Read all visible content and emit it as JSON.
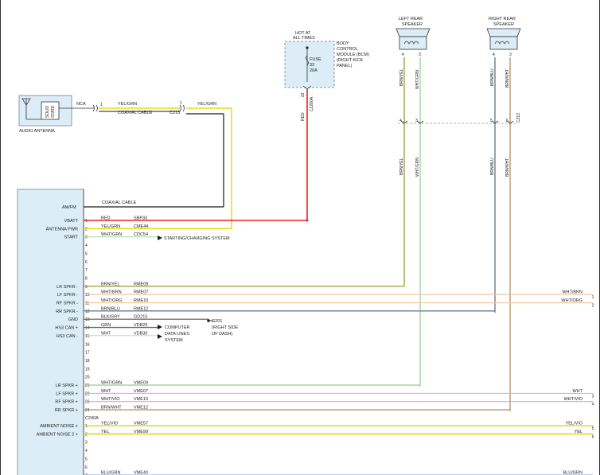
{
  "colors": {
    "red": "#e8231f",
    "yellow": "#e6dc1a",
    "black": "#1a1a1a",
    "green": "#3c8c32",
    "brn_yel": "#a9a040",
    "wht_grn": "#a8d4a0",
    "brn_blu": "#6e7c90",
    "brn_wht": "#b79a6a",
    "wht_brn": "#e8c8b0",
    "wht_org": "#f2c8a0",
    "wht_vio": "#d0a8e0",
    "blk_gry": "#555555",
    "box_fill": "#dcedf7",
    "box_stroke": "#8a9aaa"
  },
  "header": {
    "hot_at_1": "HOT AT",
    "hot_at_2": "ALL TIMES",
    "fuse_1": "FUSE",
    "fuse_2": "33",
    "fuse_3": "20A",
    "bcm_1": "BODY",
    "bcm_2": "CONTROL",
    "bcm_3": "MODULE (BCM)",
    "bcm_4": "(RIGHT KICK",
    "bcm_5": "PANEL)",
    "bcm_pin": "22",
    "bcm_conn": "C2280A",
    "bcm_wire": "RED"
  },
  "speakers": {
    "left_1": "LEFT REAR",
    "left_2": "SPEAKER",
    "right_1": "RIGHT REAR",
    "right_2": "SPEAKER",
    "pin_4": "4",
    "pin_3": "3",
    "pin_6": "6",
    "pin_5": "5",
    "c213": "C213",
    "w_brn_yel": "BRN/YEL",
    "w_wht_grn": "WHT/GRN",
    "w_brn_blu": "BRN/BLU",
    "w_brn_wht": "BRN/WHT"
  },
  "antenna": {
    "solid_1": "SOLID",
    "solid_2": "STATE",
    "label": "AUDIO ANTENNA",
    "nca": "NCA",
    "pin": "1",
    "wire": "YEL/GRN",
    "coax": "COAXIAL CABLE",
    "c213": "C213",
    "pin2": "1",
    "wire2": "YEL/GRN"
  },
  "radio": {
    "amfm": "AM/FM",
    "coax": "COAXIAL CABLE",
    "c240a": "C240A"
  },
  "pins": [
    {
      "n": "1",
      "label": "VBATT",
      "wire": "RED",
      "circuit": "SBP33"
    },
    {
      "n": "2",
      "label": "ANTENNA PWR",
      "wire": "YEL/GRN",
      "circuit": "CME44"
    },
    {
      "n": "3",
      "label": "START",
      "wire": "WHT/GRN",
      "circuit": "CDC54"
    },
    {
      "n": "4",
      "label": "",
      "wire": "",
      "circuit": ""
    },
    {
      "n": "5",
      "label": "",
      "wire": "",
      "circuit": ""
    },
    {
      "n": "6",
      "label": "",
      "wire": "",
      "circuit": ""
    },
    {
      "n": "7",
      "label": "",
      "wire": "",
      "circuit": ""
    },
    {
      "n": "8",
      "label": "",
      "wire": "",
      "circuit": ""
    },
    {
      "n": "9",
      "label": "LR SPKR -",
      "wire": "BRN/YEL",
      "circuit": "RME09"
    },
    {
      "n": "10",
      "label": "LF SPKR -",
      "wire": "WHT/BRN",
      "circuit": "RME07"
    },
    {
      "n": "11",
      "label": "RF SPKR -",
      "wire": "WHT/ORG",
      "circuit": "RME10"
    },
    {
      "n": "12",
      "label": "RR SPKR -",
      "wire": "BRN/BLU",
      "circuit": "RME12"
    },
    {
      "n": "13",
      "label": "GND",
      "wire": "BLK/GRY",
      "circuit": "GD215"
    },
    {
      "n": "14",
      "label": "HS3 CAN +",
      "wire": "GRN",
      "circuit": "VDB29"
    },
    {
      "n": "15",
      "label": "HS3 CAN -",
      "wire": "WHT",
      "circuit": "VDB30"
    },
    {
      "n": "16",
      "label": "",
      "wire": "",
      "circuit": ""
    },
    {
      "n": "17",
      "label": "",
      "wire": "",
      "circuit": ""
    },
    {
      "n": "18",
      "label": "",
      "wire": "",
      "circuit": ""
    },
    {
      "n": "19",
      "label": "",
      "wire": "",
      "circuit": ""
    },
    {
      "n": "20",
      "label": "",
      "wire": "",
      "circuit": ""
    },
    {
      "n": "21",
      "label": "LR SPKR +",
      "wire": "WHT/GRN",
      "circuit": "VME09"
    },
    {
      "n": "22",
      "label": "LF SPKR +",
      "wire": "WHT",
      "circuit": "VME07"
    },
    {
      "n": "23",
      "label": "RF SPKR +",
      "wire": "WHT/VIO",
      "circuit": "VME10"
    },
    {
      "n": "24",
      "label": "RR SPKR +",
      "wire": "BRN/WHT",
      "circuit": "VME12"
    },
    {
      "n": "1",
      "label": "AMBIENT NOISE +",
      "wire": "YEL/VIO",
      "circuit": "VME57"
    },
    {
      "n": "2",
      "label": "AMBIENT NOISE 2 +",
      "wire": "YEL",
      "circuit": "VME99"
    },
    {
      "n": "3",
      "label": "",
      "wire": "",
      "circuit": ""
    },
    {
      "n": "4",
      "label": "",
      "wire": "",
      "circuit": ""
    },
    {
      "n": "5",
      "label": "",
      "wire": "",
      "circuit": ""
    },
    {
      "n": "6",
      "label": "",
      "wire": "",
      "circuit": ""
    },
    {
      "n": "7",
      "label": "",
      "wire": "BLU/GRN",
      "circuit": "VME40"
    }
  ],
  "destinations": {
    "starting": "STARTING/CHARGING SYSTEM",
    "g201_1": "G201",
    "g201_2": "(RIGHT SIDE",
    "g201_3": "OF DASH)",
    "cdl_1": "COMPUTER",
    "cdl_2": "DATA LINES",
    "cdl_3": "SYSTEM"
  },
  "offpage": [
    {
      "wire": "WHT/BRN",
      "n": "1"
    },
    {
      "wire": "WHT/ORG",
      "n": "2"
    },
    {
      "wire": "WHT",
      "n": "3"
    },
    {
      "wire": "WHT/VIO",
      "n": "4"
    },
    {
      "wire": "YEL/VIO",
      "n": "5"
    },
    {
      "wire": "YEL",
      "n": "6"
    },
    {
      "wire": "BLU/GRN",
      "n": ""
    }
  ]
}
